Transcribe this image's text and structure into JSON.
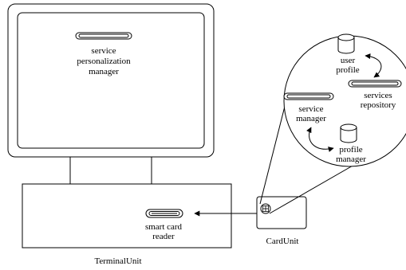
{
  "terminal": {
    "spm_label": [
      "service",
      "personalization",
      "manager"
    ],
    "reader_label": [
      "smart card",
      "reader"
    ],
    "caption": "TerminalUnit"
  },
  "card": {
    "caption": "CardUnit"
  },
  "zoom": {
    "user_profile_label": [
      "user",
      "profile"
    ],
    "services_repository_label": [
      "services",
      "repository"
    ],
    "service_manager_label": [
      "service",
      "manager"
    ],
    "profile_manager_label": [
      "profile",
      "manager"
    ]
  }
}
